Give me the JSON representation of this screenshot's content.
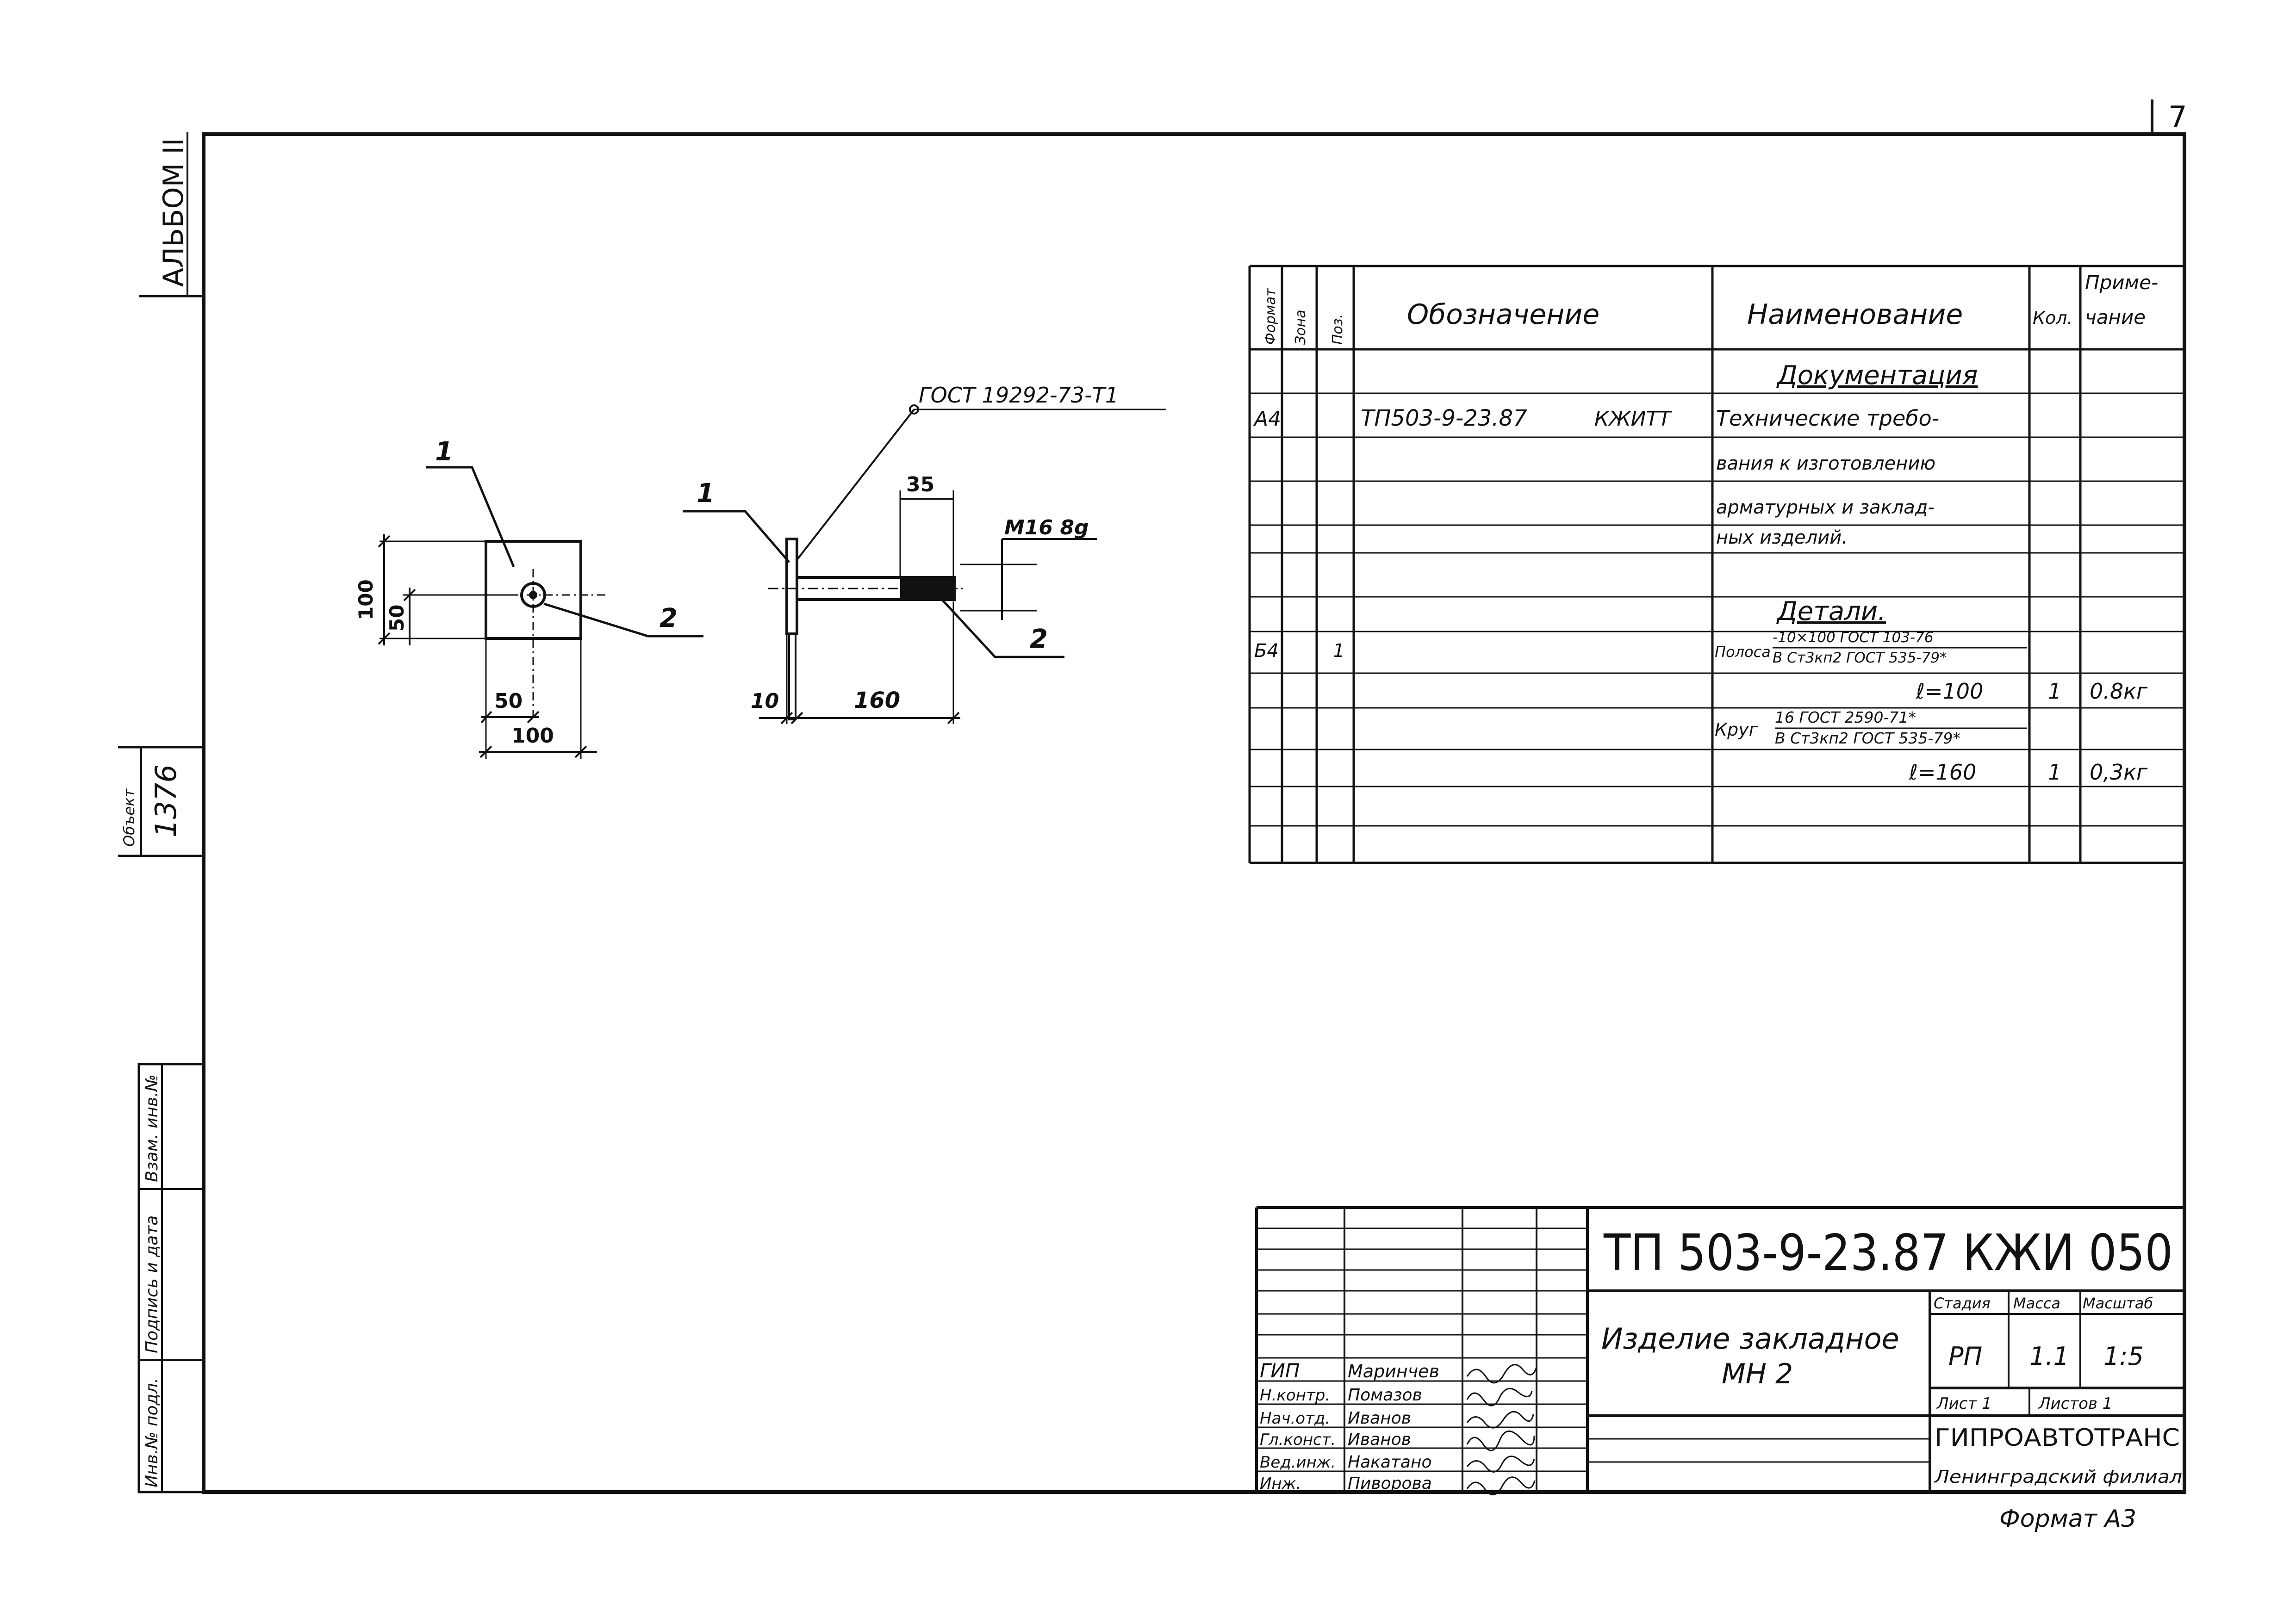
{
  "sheet": {
    "number": "7",
    "format_label": "Формат А3"
  },
  "left_strip": {
    "album": "АЛЬБОМ II",
    "object_label": "Объект",
    "object_value": "1376",
    "inv_podl": "Инв.№ подл.",
    "podp_data": "Подпись и дата",
    "vzam_inv": "Взам. инв.№"
  },
  "drawing": {
    "gost_leader": "ГОСТ 19292-73-Т1",
    "pos1": "1",
    "pos2": "2",
    "dim_100_v": "100",
    "dim_50_v": "50",
    "dim_50_h": "50",
    "dim_100_h": "100",
    "dim_35": "35",
    "dim_m16": "М16 8g",
    "dim_10": "10",
    "dim_160": "160"
  },
  "spec": {
    "headers": {
      "format": "Формат",
      "zone": "Зона",
      "pos": "Поз.",
      "designation": "Обозначение",
      "name": "Наименование",
      "qty": "Кол.",
      "note_1": "Приме-",
      "note_2": "чание"
    },
    "section_docs": "Документация",
    "doc_format": "А4",
    "doc_code": "ТП503-9-23.87",
    "doc_mark": "КЖИТТ",
    "doc_name_1": "Технические требо-",
    "doc_name_2": "вания к изготовлению",
    "doc_name_3": "арматурных и заклад-",
    "doc_name_4": "ных изделий.",
    "section_parts": "Детали.",
    "p1_format": "Б4",
    "p1_pos": "1",
    "p1_name": "Полоса",
    "p1_top": "-10×100 ГОСТ 103-76",
    "p1_bottom": "В Ст3кп2 ГОСТ 535-79*",
    "p1_len": "ℓ=100",
    "p1_qty": "1",
    "p1_note": "0.8кг",
    "p2_name": "Круг",
    "p2_top": "16 ГОСТ 2590-71*",
    "p2_bottom": "В Ст3кп2 ГОСТ 535-79*",
    "p2_len": "ℓ=160",
    "p2_qty": "1",
    "p2_note": "0,3кг"
  },
  "title_block": {
    "code": "ТП 503-9-23.87  КЖИ 050",
    "title_1": "Изделие закладное",
    "title_2": "МН 2",
    "stage_h": "Стадия",
    "mass_h": "Масса",
    "scale_h": "Масштаб",
    "stage": "РП",
    "mass": "1.1",
    "scale": "1:5",
    "sheet_h": "Лист 1",
    "sheets_h": "Листов 1",
    "org_1": "ГИПРОАВТОТРАНС",
    "org_2": "Ленинградский филиал",
    "roles": [
      {
        "role": "ГИП",
        "name": "Маринчев"
      },
      {
        "role": "Н.контр.",
        "name": "Помазов"
      },
      {
        "role": "Нач.отд.",
        "name": "Иванов"
      },
      {
        "role": "Гл.конст.",
        "name": "Иванов"
      },
      {
        "role": "Вед.инж.",
        "name": "Накатано"
      },
      {
        "role": "Инж.",
        "name": "Пиворова"
      }
    ]
  }
}
